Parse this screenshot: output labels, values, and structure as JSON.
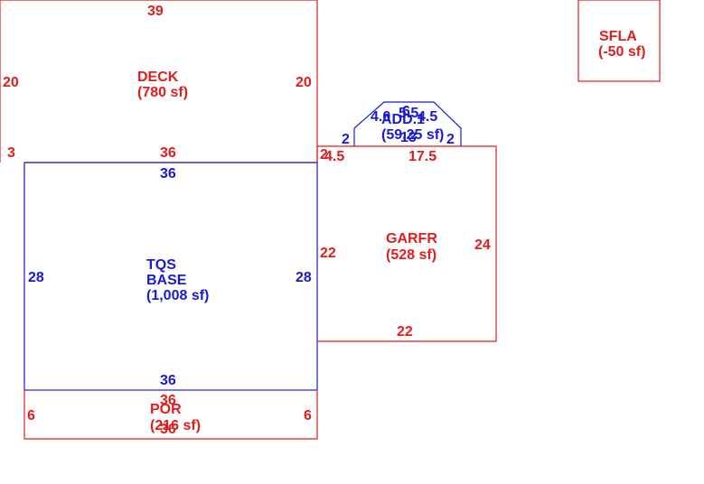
{
  "colors": {
    "red": "#e31c1c",
    "blue": "#1a1ad6",
    "background": "#ffffff"
  },
  "areas": {
    "deck": {
      "name": "DECK",
      "area": "(780 sf)",
      "top": "39",
      "left": "20",
      "right": "20",
      "bottom": "36",
      "corner": "3"
    },
    "base": {
      "name_line1": "TQS",
      "name_line2": "BASE",
      "area": "(1,008 sf)",
      "top": "36",
      "left": "28",
      "right": "28",
      "bottom": "36"
    },
    "por": {
      "name": "POR",
      "area": "(216 sf)",
      "top": "36",
      "left": "6",
      "right": "6",
      "bottom": "36"
    },
    "garfr": {
      "name": "GARFR",
      "area": "(528 sf)",
      "top_left": "4.5",
      "top_right": "17.5",
      "left": "22",
      "right": "24",
      "bottom": "22",
      "corner": "2"
    },
    "add": {
      "name": "ADD.1",
      "area": "(59.25 sf)",
      "top_a": "4.0",
      "top_b": "5.5",
      "top_c": "4.5",
      "bottom": "13",
      "left": "2",
      "right": "2",
      "mid": "6"
    },
    "sfla": {
      "name": "SFLA",
      "area": "(-50 sf)"
    }
  }
}
